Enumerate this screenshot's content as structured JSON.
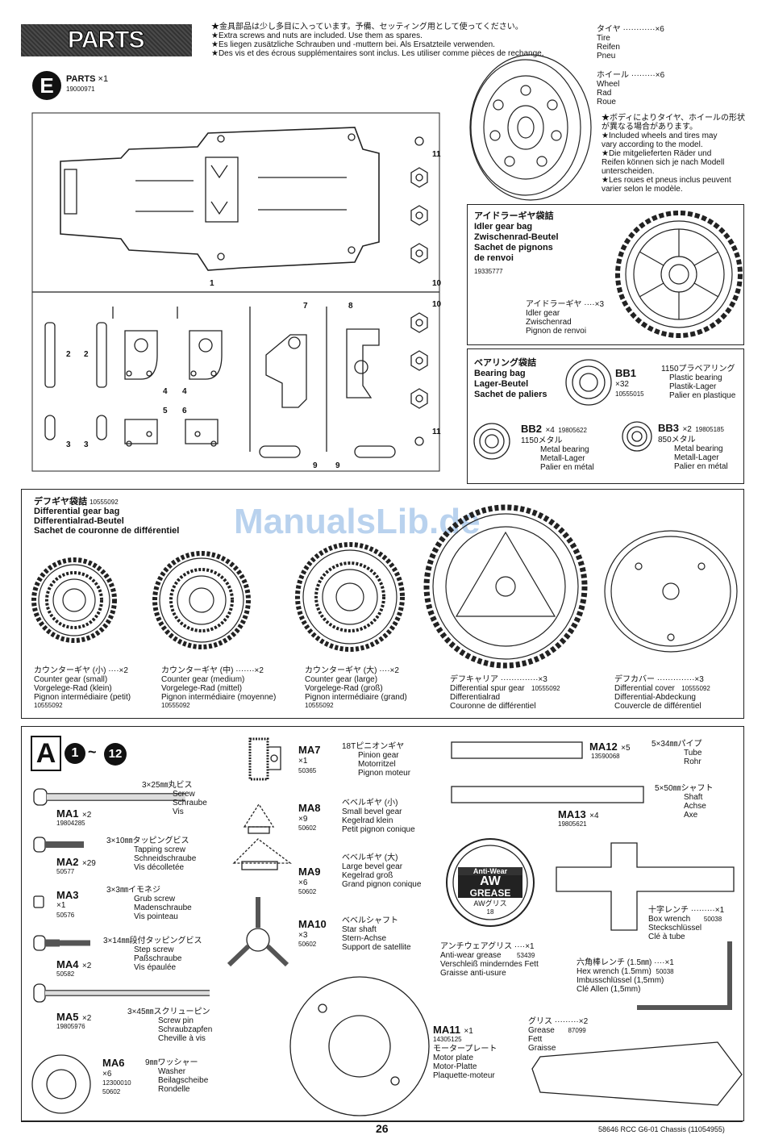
{
  "header": {
    "title": "PARTS",
    "notes": [
      "★金具部品は少し多目に入っています。予備、セッティング用として使ってください。",
      "★Extra screws and nuts are included. Use them as spares.",
      "★Es liegen zusätzliche Schrauben und -muttern bei. Als Ersatzteile verwenden.",
      "★Des vis et des écrous supplémentaires sont inclus. Les utiliser comme pièces de rechange."
    ]
  },
  "sprue_e": {
    "letter": "E",
    "label": "PARTS",
    "qty": "×1",
    "code": "19000971",
    "numbers": [
      "1",
      "2",
      "2",
      "3",
      "3",
      "4",
      "4",
      "5",
      "6",
      "7",
      "8",
      "9",
      "9",
      "10",
      "10",
      "11",
      "11"
    ]
  },
  "tire": {
    "lines": [
      "タイヤ ············×6",
      "Tire",
      "Reifen",
      "Pneu"
    ]
  },
  "wheel": {
    "lines": [
      "ホイール ·········×6",
      "Wheel",
      "Rad",
      "Roue"
    ]
  },
  "wheel_note": {
    "lines": [
      "★ボディによりタイヤ、ホイールの形状",
      "が異なる場合があります。",
      "★Included wheels and tires may",
      "vary according to the model.",
      "★Die mitgelieferten Räder und",
      "Reifen können sich je nach Modell",
      "unterscheiden.",
      "★Les roues et pneus inclus peuvent",
      "varier selon le modèle."
    ]
  },
  "idler_bag": {
    "lines": [
      "アイドラーギヤ袋詰",
      "Idler gear bag",
      "Zwischenrad-Beutel",
      "Sachet de pignons",
      "de renvoi"
    ],
    "code": "19335777",
    "part_lines": [
      "アイドラーギヤ ····×3",
      "Idler gear",
      "Zwischenrad",
      "Pignon de renvoi"
    ]
  },
  "bearing_bag": {
    "lines": [
      "ベアリング袋詰",
      "Bearing bag",
      "Lager-Beutel",
      "Sachet de paliers"
    ],
    "bb1": {
      "id": "BB1",
      "qty": "×32",
      "code": "10555015",
      "lines": [
        "1150プラベアリング",
        "Plastic bearing",
        "Plastik-Lager",
        "Palier en plastique"
      ]
    },
    "bb2": {
      "id": "BB2",
      "qty": "×4",
      "code": "19805622",
      "lines": [
        "1150メタル",
        "Metal bearing",
        "Metall-Lager",
        "Palier en métal"
      ]
    },
    "bb3": {
      "id": "BB3",
      "qty": "×2",
      "code": "19805185",
      "lines": [
        "850メタル",
        "Metal bearing",
        "Metall-Lager",
        "Palier en métal"
      ]
    }
  },
  "diff_bag": {
    "lines": [
      "デフギヤ袋詰",
      "Differential gear bag",
      "Differentialrad-Beutel",
      "Sachet de couronne de différentiel"
    ],
    "code": "10555092",
    "watermark": "ManualsLib.de",
    "items": [
      {
        "lines": [
          "カウンターギヤ (小) ····×2",
          "Counter gear (small)",
          "Vorgelege-Rad (klein)",
          "Pignon intermédiaire (petit)"
        ],
        "code": "10555092"
      },
      {
        "lines": [
          "カウンターギヤ (中) ·······×2",
          "Counter gear (medium)",
          "Vorgelege-Rad (mittel)",
          "Pignon intermédiaire (moyenne)"
        ],
        "code": "10555092"
      },
      {
        "lines": [
          "カウンターギヤ (大) ····×2",
          "Counter gear (large)",
          "Vorgelege-Rad (groß)",
          "Pignon intermédiaire (grand)"
        ],
        "code": "10555092"
      },
      {
        "lines": [
          "デフキャリア ··············×3",
          "Differential spur gear",
          "Differentialrad",
          "Couronne de différentiel"
        ],
        "code": "10555092"
      },
      {
        "lines": [
          "デフカバー ··············×3",
          "Differential cover",
          "Differential-Abdeckung",
          "Couvercle de différentiel"
        ],
        "code": "10555092"
      }
    ]
  },
  "bag_a": {
    "letter": "A",
    "step_from": "1",
    "step_sep": "~",
    "step_to": "12",
    "parts": {
      "ma1": {
        "id": "MA1",
        "qty": "×2",
        "code": "19804285",
        "lines": [
          "3×25㎜丸ビス",
          "Screw",
          "Schraube",
          "Vis"
        ]
      },
      "ma2": {
        "id": "MA2",
        "qty": "×29",
        "code": "50577",
        "lines": [
          "3×10㎜タッピングビス",
          "Tapping screw",
          "Schneidschraube",
          "Vis décolletée"
        ]
      },
      "ma3": {
        "id": "MA3",
        "qty": "×1",
        "code": "50576",
        "lines": [
          "3×3㎜イモネジ",
          "Grub screw",
          "Madenschraube",
          "Vis pointeau"
        ]
      },
      "ma4": {
        "id": "MA4",
        "qty": "×2",
        "code": "50582",
        "lines": [
          "3×14㎜段付タッピングビス",
          "Step screw",
          "Paßschraube",
          "Vis épaulée"
        ]
      },
      "ma5": {
        "id": "MA5",
        "qty": "×2",
        "code": "19805976",
        "lines": [
          "3×45㎜スクリューピン",
          "Screw pin",
          "Schraubzapfen",
          "Cheville à vis"
        ]
      },
      "ma6": {
        "id": "MA6",
        "qty": "×6",
        "code1": "12300010",
        "code2": "50602",
        "lines": [
          "9㎜ワッシャー",
          "Washer",
          "Beilagscheibe",
          "Rondelle"
        ]
      },
      "ma7": {
        "id": "MA7",
        "qty": "×1",
        "code": "50365",
        "lines": [
          "18Tピニオンギヤ",
          "Pinion gear",
          "Motorritzel",
          "Pignon moteur"
        ]
      },
      "ma8": {
        "id": "MA8",
        "qty": "×9",
        "code": "50602",
        "lines": [
          "ベベルギヤ (小)",
          "Small bevel gear",
          "Kegelrad klein",
          "Petit pignon conique"
        ]
      },
      "ma9": {
        "id": "MA9",
        "qty": "×6",
        "code": "50602",
        "lines": [
          "ベベルギヤ (大)",
          "Large bevel gear",
          "Kegelrad groß",
          "Grand pignon conique"
        ]
      },
      "ma10": {
        "id": "MA10",
        "qty": "×3",
        "code": "50602",
        "lines": [
          "ベベルシャフト",
          "Star shaft",
          "Stern-Achse",
          "Support de satellite"
        ]
      },
      "ma11": {
        "id": "MA11",
        "qty": "×1",
        "code": "14305125",
        "lines": [
          "モータープレート",
          "Motor plate",
          "Motor-Platte",
          "Plaquette-moteur"
        ]
      },
      "ma12": {
        "id": "MA12",
        "qty": "×5",
        "code": "13590068",
        "lines": [
          "5×34㎜パイプ",
          "Tube",
          "Rohr"
        ]
      },
      "ma13": {
        "id": "MA13",
        "qty": "×4",
        "code": "19805621",
        "lines": [
          "5×50㎜シャフト",
          "Shaft",
          "Achse",
          "Axe"
        ]
      }
    },
    "grease_label": {
      "top": "Anti-Wear",
      "main": "AW",
      "sub": "GREASE",
      "jp": "AWグリス",
      "mini": "18"
    },
    "antiwear": {
      "lines": [
        "アンチウェアグリス ····×1",
        "Anti-wear grease",
        "Verschleiß minderndes Fett",
        "Graisse anti-usure"
      ],
      "code": "53439"
    },
    "cross_wrench": {
      "lines": [
        "十字レンチ ·········×1",
        "Box wrench",
        "Steckschlüssel",
        "Clé à tube"
      ],
      "code": "50038"
    },
    "hex_wrench": {
      "lines": [
        "六角棒レンチ (1.5㎜) ····×1",
        "Hex wrench (1.5mm)",
        "Imbusschlüssel (1,5mm)",
        "Clé Allen (1,5mm)"
      ],
      "code": "50038"
    },
    "grease": {
      "lines": [
        "グリス ·········×2",
        "Grease",
        "Fett",
        "Graisse"
      ],
      "code": "87099"
    }
  },
  "footer": {
    "page": "26",
    "ref": "58646  RCC G6-01 Chassis (11054955)"
  }
}
